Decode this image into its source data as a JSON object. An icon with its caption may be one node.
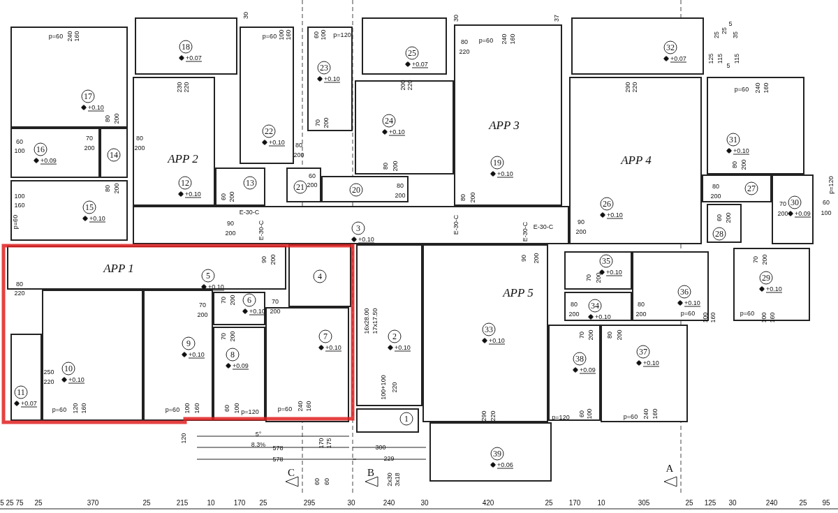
{
  "diagram": {
    "nodes": [
      {
        "text": [
          "1"
        ]
      },
      {
        "text": [
          "2",
          "+0.10"
        ]
      },
      {
        "text": [
          "3",
          "+0.10"
        ]
      },
      {
        "text": [
          "4"
        ]
      },
      {
        "text": [
          "5",
          "+0.10"
        ]
      },
      {
        "text": [
          "6",
          "+0.10"
        ]
      },
      {
        "text": [
          "7",
          "+0.10"
        ]
      },
      {
        "text": [
          "8",
          "+0.09"
        ]
      },
      {
        "text": [
          "9",
          "+0.10"
        ]
      },
      {
        "text": [
          "10",
          "+0.10"
        ]
      },
      {
        "text": [
          "11",
          "+0.07"
        ]
      },
      {
        "text": [
          "12",
          "+0.10"
        ]
      },
      {
        "text": [
          "13"
        ]
      },
      {
        "text": [
          "14"
        ]
      },
      {
        "text": [
          "15",
          "+0.10"
        ]
      },
      {
        "text": [
          "16",
          "+0.09"
        ]
      },
      {
        "text": [
          "17",
          "+0.10"
        ]
      },
      {
        "text": [
          "18",
          "+0.07"
        ]
      },
      {
        "text": [
          "19",
          "+0.10"
        ]
      },
      {
        "text": [
          "20"
        ]
      },
      {
        "text": [
          "21"
        ]
      },
      {
        "text": [
          "22",
          "+0.10"
        ]
      },
      {
        "text": [
          "23",
          "+0.10"
        ]
      },
      {
        "text": [
          "24",
          "+0.10"
        ]
      },
      {
        "text": [
          "25",
          "+0.07"
        ]
      },
      {
        "text": [
          "26",
          "+0.10"
        ]
      },
      {
        "text": [
          "27"
        ]
      },
      {
        "text": [
          "28"
        ]
      },
      {
        "text": [
          "29",
          "+0.10"
        ]
      },
      {
        "text": [
          "30",
          "+0.09"
        ]
      },
      {
        "text": [
          "31",
          "+0.10"
        ]
      },
      {
        "text": [
          "32",
          "+0.07"
        ]
      },
      {
        "text": [
          "33",
          "+0.10"
        ]
      },
      {
        "text": [
          "34",
          "+0.10"
        ]
      },
      {
        "text": [
          "35",
          "+0.10"
        ]
      },
      {
        "text": [
          "36",
          "+0.10"
        ]
      },
      {
        "text": [
          "37",
          "+0.10"
        ]
      },
      {
        "text": [
          "38",
          "+0.09"
        ]
      },
      {
        "text": [
          "39",
          "+0.06"
        ]
      }
    ],
    "edges": [],
    "labels": [
      "APP 1",
      "APP 2",
      "APP 3",
      "APP 4",
      "APP 5",
      "p=60",
      "240",
      "160",
      "30",
      "p=60",
      "100",
      "160",
      "60",
      "100",
      "p=120",
      "30",
      "80",
      "220",
      "p=60",
      "240",
      "160",
      "37",
      "25",
      "125",
      "25",
      "115",
      "5",
      "5",
      "35",
      "115",
      "230",
      "220",
      "200",
      "220",
      "290",
      "220",
      "p=60",
      "240",
      "160",
      "80",
      "200",
      "60",
      "100",
      "70",
      "200",
      "80",
      "200",
      "70",
      "200",
      "80",
      "200",
      "80",
      "200",
      "80",
      "200",
      "80",
      "200",
      "100",
      "160",
      "p=60",
      "60",
      "200",
      "80",
      "200",
      "60",
      "200",
      "80",
      "200",
      "80",
      "200",
      "60",
      "200",
      "70",
      "200",
      "p=120",
      "60",
      "100",
      "90",
      "200",
      "E-30-C",
      "E-30-C",
      "E-30-C",
      "E-30-C",
      "E-30-C",
      "90",
      "200",
      "90",
      "200",
      "90",
      "200",
      "80",
      "220",
      "70",
      "200",
      "70",
      "200",
      "70",
      "200",
      "70",
      "200",
      "70",
      "200",
      "70",
      "200",
      "80",
      "200",
      "80",
      "200",
      "70",
      "200",
      "80",
      "200",
      "p=60",
      "100",
      "160",
      "p=60",
      "100",
      "160",
      "16x28.00",
      "17x17.50",
      "100+100",
      "220",
      "250",
      "220",
      "p=60",
      "120",
      "160",
      "p=60",
      "100",
      "160",
      "60",
      "100",
      "p=120",
      "p=60",
      "240",
      "160",
      "290",
      "220",
      "p=120",
      "60",
      "100",
      "p=60",
      "240",
      "160",
      "120",
      "5°",
      "8.3%",
      "578",
      "578",
      "170",
      "175",
      "300",
      "229",
      "60",
      "60",
      "2x30",
      "3x18",
      "C",
      "B",
      "A",
      "5",
      "25",
      "75",
      "25",
      "370",
      "25",
      "215",
      "10",
      "170",
      "25",
      "295",
      "30",
      "240",
      "30",
      "420",
      "25",
      "170",
      "10",
      "305",
      "25",
      "125",
      "30",
      "240",
      "25",
      "95"
    ]
  }
}
